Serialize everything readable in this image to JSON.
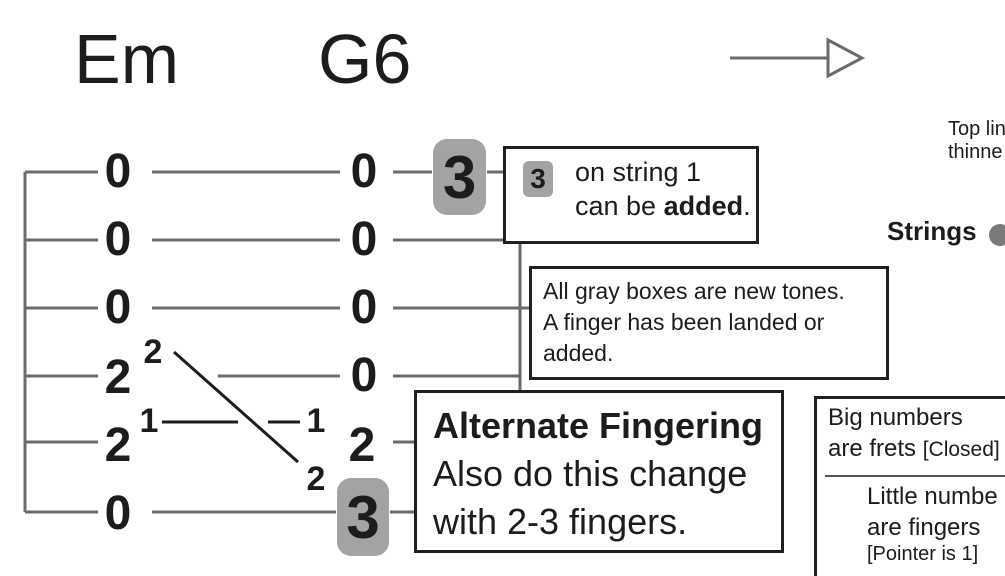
{
  "chords": [
    {
      "name": "Em",
      "frets": [
        "0",
        "0",
        "0",
        "2",
        "2",
        "0"
      ]
    },
    {
      "name": "G6",
      "frets": [
        "0",
        "0",
        "0",
        "0",
        "2",
        "3"
      ]
    }
  ],
  "added_tone": {
    "fret": "3",
    "string": 1
  },
  "fingers": {
    "em_string4": "2",
    "em_string5": "1",
    "g6_string5": "1",
    "g6_string6": "2"
  },
  "notes": {
    "added_box": {
      "number": "3",
      "line1": "on string 1",
      "line2_pre": "can be ",
      "line2_bold": "added",
      "line2_post": "."
    },
    "gray_box": {
      "line1": "All gray boxes are new tones.",
      "line2": "A finger has been landed or",
      "line3": "added."
    },
    "alt_fingering": {
      "title": "Alternate Fingering",
      "line1": "Also do this change",
      "line2": "with 2-3 fingers."
    },
    "legend": {
      "line1": "Big numbers",
      "line2": "are frets",
      "line2_bracket": "[Closed]",
      "line3": "Little numbe",
      "line4": "are fingers",
      "line5": "[Pointer is 1]"
    },
    "top_line": {
      "line1": "Top lin",
      "line2": "thinne"
    },
    "strings_label": "Strings"
  },
  "colors": {
    "line": "#6b6b6b",
    "gray_box": "#a3a3a3",
    "text": "#1c1c1c"
  }
}
